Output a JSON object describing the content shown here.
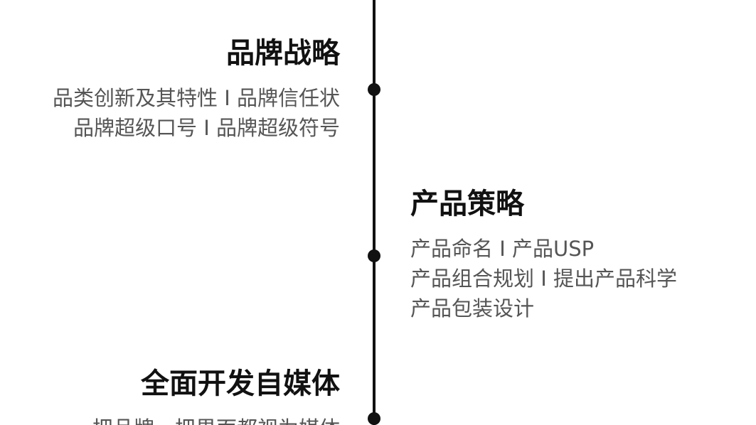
{
  "timeline": {
    "line_color": "#111111",
    "text_color": "#555555",
    "items": [
      {
        "title": "品牌战略",
        "lines": [
          "品类创新及其特性 I 品牌信任状",
          "品牌超级口号 I 品牌超级符号"
        ]
      },
      {
        "title": "产品策略",
        "lines": [
          "产品命名 I 产品USP",
          "产品组合规划 I 提出产品科学",
          "产品包装设计"
        ]
      },
      {
        "title": "全面开发自媒体",
        "lines": [
          "把品牌，把界面都视为媒体"
        ]
      }
    ]
  }
}
